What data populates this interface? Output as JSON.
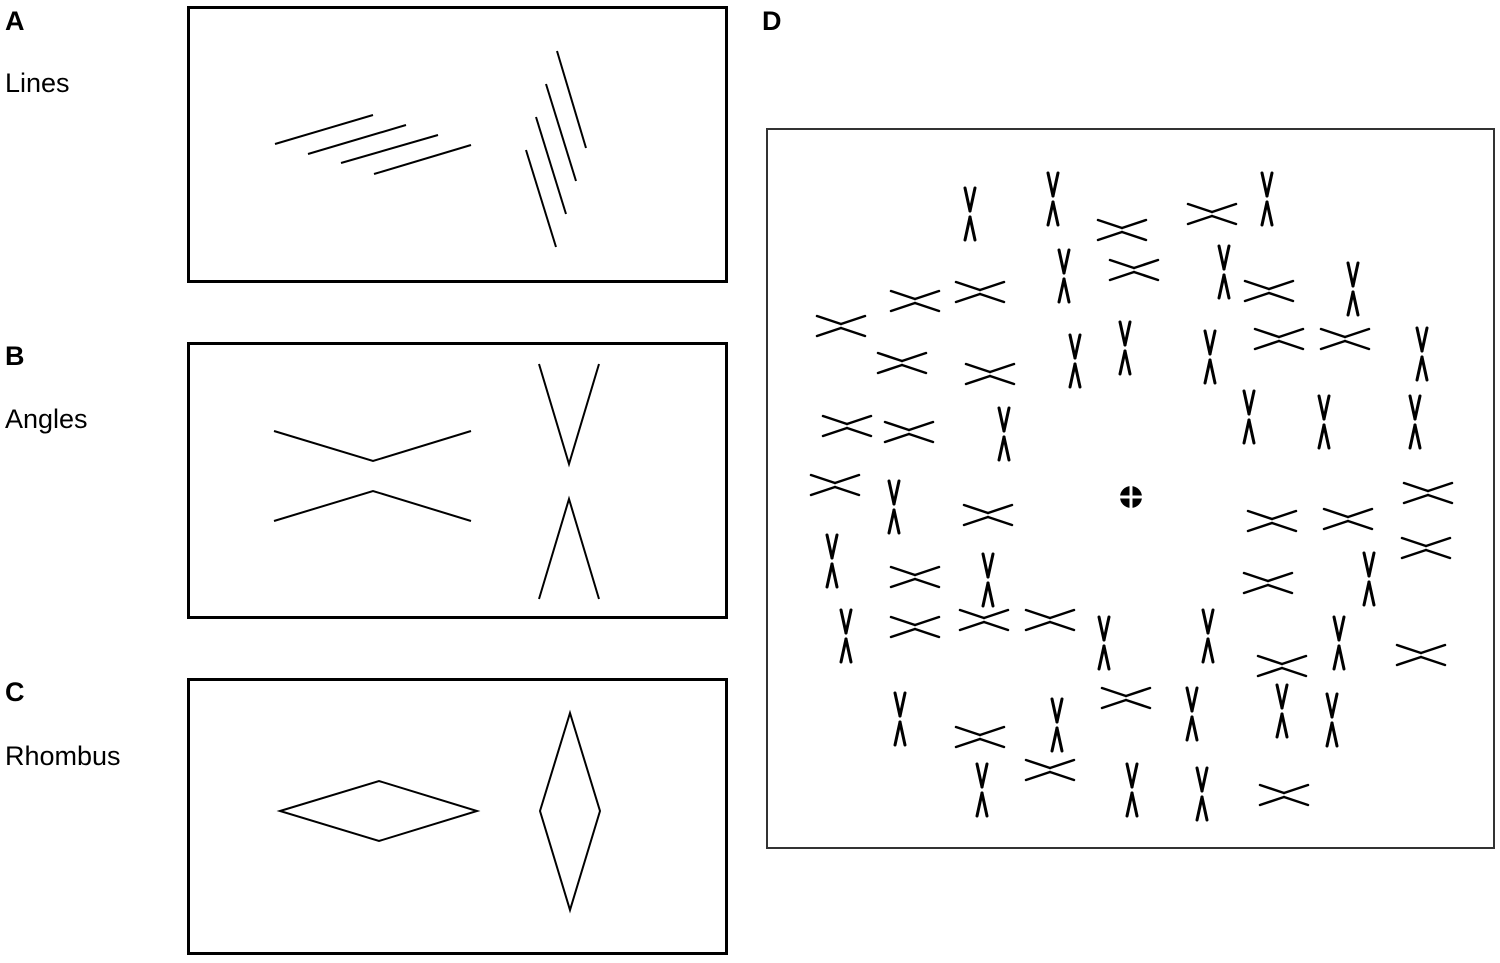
{
  "panels": {
    "a": {
      "letter": "A",
      "label": "Lines"
    },
    "b": {
      "letter": "B",
      "label": "Angles"
    },
    "c": {
      "letter": "C",
      "label": "Rhombus"
    },
    "d": {
      "letter": "D"
    }
  },
  "colors": {
    "stroke": "#000000",
    "background": "#ffffff"
  }
}
